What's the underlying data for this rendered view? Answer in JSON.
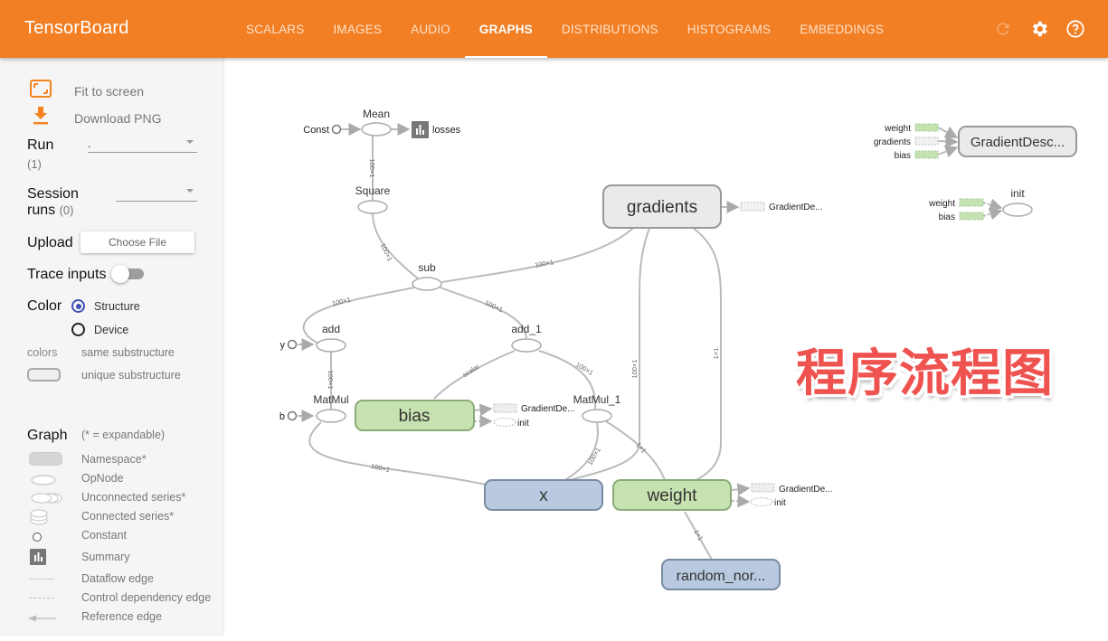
{
  "app": {
    "title": "TensorBoard",
    "tabs": [
      {
        "label": "SCALARS",
        "active": false
      },
      {
        "label": "IMAGES",
        "active": false
      },
      {
        "label": "AUDIO",
        "active": false
      },
      {
        "label": "GRAPHS",
        "active": true
      },
      {
        "label": "DISTRIBUTIONS",
        "active": false
      },
      {
        "label": "HISTOGRAMS",
        "active": false
      },
      {
        "label": "EMBEDDINGS",
        "active": false
      }
    ],
    "icons": [
      "refresh-icon",
      "settings-icon",
      "help-icon"
    ],
    "brand_color": "#f27f24"
  },
  "sidebar": {
    "fit_to_screen": "Fit to screen",
    "download_png": "Download PNG",
    "run_label": "Run",
    "run_count": "(1)",
    "run_value": ".",
    "session_label_1": "Session",
    "session_label_2": "runs",
    "session_count": "(0)",
    "session_value": "",
    "upload_label": "Upload",
    "choose_file": "Choose File",
    "trace_inputs": "Trace inputs",
    "trace_inputs_on": false,
    "color_label": "Color",
    "color_options": [
      {
        "label": "Structure",
        "checked": true
      },
      {
        "label": "Device",
        "checked": false
      }
    ],
    "colors_label": "colors",
    "same_substructure": "same substructure",
    "unique_substructure": "unique substructure",
    "graph_label": "Graph",
    "expandable_note": "(* = expandable)",
    "legend": [
      {
        "icon": "namespace-icon",
        "label": "Namespace*"
      },
      {
        "icon": "opnode-icon",
        "label": "OpNode"
      },
      {
        "icon": "unconnected-series-icon",
        "label": "Unconnected series*"
      },
      {
        "icon": "connected-series-icon",
        "label": "Connected series*"
      },
      {
        "icon": "constant-icon",
        "label": "Constant"
      },
      {
        "icon": "summary-icon",
        "label": "Summary"
      },
      {
        "icon": "dataflow-edge-icon",
        "label": "Dataflow edge"
      },
      {
        "icon": "control-dependency-edge-icon",
        "label": "Control dependency edge"
      },
      {
        "icon": "reference-edge-icon",
        "label": "Reference edge"
      }
    ]
  },
  "graph": {
    "nodes": {
      "const": "Const",
      "mean": "Mean",
      "losses": "losses",
      "square": "Square",
      "sub": "sub",
      "add": "add",
      "y": "y",
      "add_1": "add_1",
      "matmul": "MatMul",
      "b": "b",
      "bias": "bias",
      "matmul_1": "MatMul_1",
      "x": "x",
      "weight": "weight",
      "random_normal": "random_nor...",
      "gradients": "gradients",
      "gradient_descent": "GradientDesc...",
      "init": "init"
    },
    "aux": {
      "gradients_out": "GradientDe...",
      "bias_out_gd": "GradientDe...",
      "bias_out_init": "init",
      "weight_out_gd": "GradientDe...",
      "weight_out_init": "init",
      "gd_in": [
        "weight",
        "gradients",
        "bias"
      ],
      "init_in": [
        "weight",
        "bias"
      ]
    },
    "edge_labels": {
      "square_mean": "100×1",
      "sub_square": "100×1",
      "sub_gradients": "100×1",
      "sub_add": "100×1",
      "sub_add1": "100×1",
      "add_matmul": "100×1",
      "add1_bias": "scalar",
      "add1_matmul1": "100×1",
      "matmul_x": "100×1",
      "matmul1_x": "100×1",
      "matmul1_weight": "1×1",
      "gradients_x": "100×1",
      "gradients_weight": "1×1",
      "weight_random": "1×1"
    }
  },
  "overlay": {
    "title": "程序流程图",
    "color": "#ef5350"
  }
}
